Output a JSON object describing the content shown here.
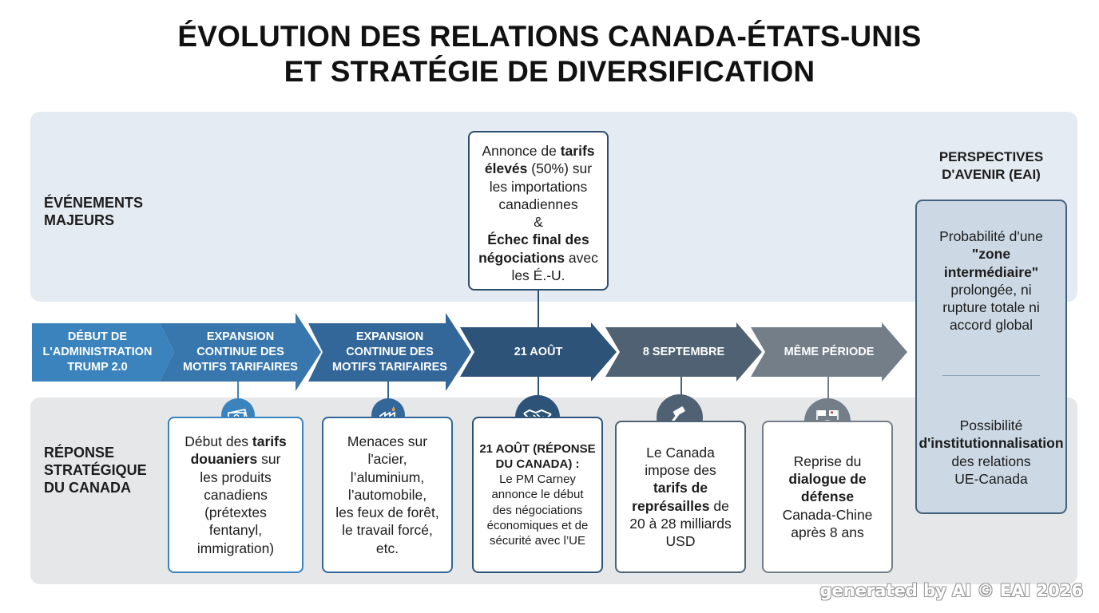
{
  "title": {
    "line1": "ÉVOLUTION DES RELATIONS CANADA-ÉTATS-UNIS",
    "line2": "ET STRATÉGIE DE DIVERSIFICATION"
  },
  "rows": {
    "events_label": [
      "ÉVÉNEMENTS",
      "MAJEURS"
    ],
    "response_label": [
      "RÉPONSE",
      "STRATÉGIQUE",
      "DU CANADA"
    ]
  },
  "timeline": [
    {
      "lines": [
        "DÉBUT DE",
        "L'ADMINISTRATION",
        "TRUMP 2.0"
      ],
      "color": "#3a83bd"
    },
    {
      "lines": [
        "EXPANSION",
        "CONTINUE DES",
        "MOTIFS TARIFAIRES"
      ],
      "color": "#3777ae"
    },
    {
      "lines": [
        "EXPANSION",
        "CONTINUE DES",
        "MOTIFS TARIFAIRES"
      ],
      "color": "#33679a"
    },
    {
      "lines": [
        "21 AOÛT"
      ],
      "color": "#2d5378"
    },
    {
      "lines": [
        "8 SEPTEMBRE"
      ],
      "color": "#4f6173"
    },
    {
      "lines": [
        "MÊME PÉRIODE"
      ],
      "color": "#737e89"
    }
  ],
  "event": {
    "l1": "Annonce de ",
    "l1b": "tarifs",
    "l2b": "élevés",
    "l2": " (50%) sur",
    "l3": "les importations",
    "l4": "canadiennes",
    "l5": "&",
    "l6b": "Échec final des",
    "l7b": "négociations",
    "l7": " avec",
    "l8": "les É.-U."
  },
  "responses": {
    "r1": {
      "l1": "Début des ",
      "l1b": "tarifs",
      "l2b": "douaniers",
      "l2": " sur",
      "l3": "les produits",
      "l4": "canadiens",
      "l5": "(prétextes",
      "l6": "fentanyl,",
      "l7": "immigration)",
      "icon": "money-icon",
      "color": "#3a83bd"
    },
    "r2": {
      "l1": "Menaces sur",
      "l2": "l'acier,",
      "l3": "l’aluminium,",
      "l4": "l’automobile,",
      "l5": "les feux de forêt,",
      "l6": "le travail forcé,",
      "l7": "etc.",
      "icon": "factory-icon",
      "color": "#33679a"
    },
    "r3": {
      "l1b": "21 AOÛT (RÉPONSE",
      "l2b": "DU CANADA) :",
      "l3": "Le PM Carney",
      "l4": "annonce le début",
      "l5": "des négociations",
      "l6": "économiques et de",
      "l7": "sécurité avec l’UE",
      "icon": "handshake-icon",
      "color": "#2d5378"
    },
    "r4": {
      "l1": "Le Canada",
      "l2": "impose des",
      "l3b": "tarifs de",
      "l4b": "représailles",
      "l4": " de",
      "l5": "20 à 28 milliards",
      "l6": "USD",
      "icon": "gavel-icon",
      "color": "#4f6173"
    },
    "r5": {
      "l1": "Reprise du",
      "l2b": "dialogue de",
      "l3b": "défense",
      "l4": "Canada-Chine",
      "l5": "après 8 ans",
      "icon": "flags-globe-icon",
      "color": "#737e89"
    }
  },
  "perspectives": {
    "heading": [
      "PERSPECTIVES",
      "D'AVENIR (EAI)"
    ],
    "p1": {
      "l1": "Probabilité d'une",
      "l2b": "\"zone",
      "l3b": "intermédiaire\"",
      "l4": "prolongée, ni",
      "l5": "rupture totale ni",
      "l6": "accord global"
    },
    "p2": {
      "l1": "Possibilité",
      "l2b": "d'institutionnalisation",
      "l3": "des relations",
      "l4": "UE-Canada"
    }
  },
  "watermark": "generated by AI © EAI 2026"
}
